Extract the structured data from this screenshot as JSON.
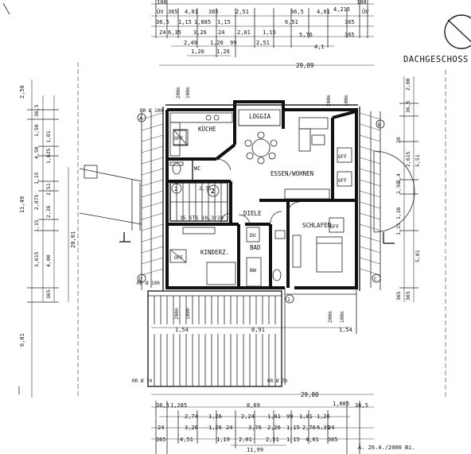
{
  "title": "DACHGESCHOSS",
  "stamp": "Ä. 26.4./2000 Bi.",
  "rooms": {
    "kueche": "KÜCHE",
    "loggia": "LOGGIA",
    "essen": "ESSEN/WOHNEN",
    "diele": "DIELE",
    "schlafen": "SCHLAFEN",
    "kinder": "KINDERZ.",
    "bad": "BAD",
    "wc": "WC",
    "du": "DU",
    "bw": "BW"
  },
  "stair": {
    "label": "15 STG 18,3/26",
    "level": "2,75",
    "markers": [
      "2",
      "2"
    ]
  },
  "axes": {
    "A": "A",
    "B": "B",
    "C": "C",
    "D": "D",
    "section": "1",
    "section2": "1"
  },
  "levels": {
    "rr_a": "RR Ø 100",
    "rr_d": "RR Ø 100",
    "rr_bl": "RR Ø 70",
    "rr_br": "RR Ø 70"
  },
  "dims_top": {
    "row1": [
      "100",
      "100"
    ],
    "row2": [
      "ÜV",
      "365",
      "4,01",
      "365",
      "2,51",
      "36,5",
      "4,01",
      "4,215",
      "ÜV"
    ],
    "row3": [
      "36,5",
      "1,15",
      "1,885",
      "1,15",
      "6,51",
      "365"
    ],
    "row4": [
      "24",
      "6,35",
      "3,26",
      "24",
      "2,01",
      "1,15",
      "5,76",
      "365"
    ],
    "row5": [
      "2,49",
      "1,26",
      "99",
      "2,51",
      "4,1"
    ],
    "row6": [
      "1,26",
      "1,26"
    ],
    "overall": "29,89"
  },
  "dims_bottom": {
    "overall": "29,80",
    "row1": [
      "36,5",
      "1,285",
      "8,69",
      "1,085",
      "36,5"
    ],
    "row2": [
      "2,74",
      "1,26",
      "2,24",
      "1,01",
      "99",
      "1,01",
      "1,26"
    ],
    "row3": [
      "24",
      "3,26",
      "1,26",
      "24",
      "3,76",
      "2,26",
      "1,15",
      "2,76",
      "6,35",
      "24"
    ],
    "row4": [
      "365",
      "4,51",
      "1,19",
      "2,01",
      "2,51",
      "1,15",
      "4,01",
      "365"
    ],
    "total": "11,99"
  },
  "dims_left": {
    "outer": [
      "2,50",
      "11,49",
      "6,01"
    ],
    "col2": [
      "36,5",
      "1,50",
      "4,50",
      "1,15",
      "2,875",
      "1,15",
      "3,615"
    ],
    "col3": [
      "1,01",
      "1,625",
      "2,51",
      "2,26",
      "4,00",
      "365"
    ],
    "total": "20,01"
  },
  "dims_right": {
    "col1": [
      "2,00",
      "36,5",
      "2,615",
      "5,51",
      "5,01",
      "365"
    ],
    "col2": [
      "20",
      "1,50",
      "1,26",
      "2,4",
      "1,15",
      "365"
    ],
    "wall": [
      "200m",
      "100m",
      "1,54",
      "8,91",
      "1,54",
      "200m",
      "100m"
    ]
  },
  "misc": {
    "dim_154_left": "1,54",
    "dim_891": "8,91",
    "dim_154_right": "1,54",
    "dim_200m_a": "200m",
    "dim_100m_a": "100m",
    "dim_200m_b": "200m",
    "dim_100m_b": "100m",
    "dim_200m_c": "200m",
    "dim_100m_c": "100m",
    "off": "OFF"
  }
}
